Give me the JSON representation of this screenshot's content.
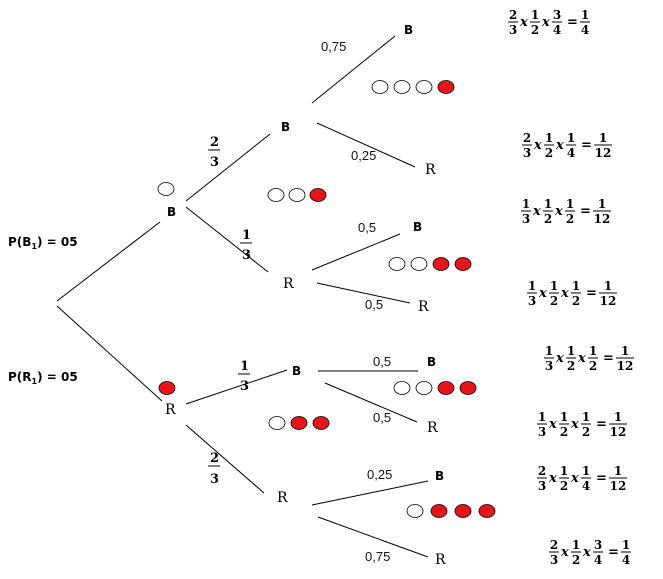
{
  "colors": {
    "white_ball": "#ffffff",
    "red_ball": "#e8141a",
    "line": "#000000"
  },
  "root_labels": {
    "p_b1": {
      "text": "P(B",
      "sub": "1",
      "tail": ") = 05"
    },
    "p_r1": {
      "text": "P(R",
      "sub": "1",
      "tail": ") = 05"
    }
  },
  "nodes": {
    "level1_b": "B",
    "level1_r": "R",
    "b_b": "B",
    "b_r": "R",
    "r_b": "B",
    "r_r": "R",
    "b_b_b": "B",
    "b_b_r": "R",
    "b_r_b": "B",
    "b_r_r": "R",
    "r_b_b": "B",
    "r_b_r": "R",
    "r_r_b": "B",
    "r_r_r": "R"
  },
  "branch_probs": {
    "b_to_b": {
      "num": "2",
      "den": "3"
    },
    "b_to_r": {
      "num": "1",
      "den": "3"
    },
    "r_to_b": {
      "num": "1",
      "den": "3"
    },
    "r_to_r": {
      "num": "2",
      "den": "3"
    },
    "bb_to_b": "0,75",
    "bb_to_r": "0,25",
    "br_to_b": "0,5",
    "br_to_r": "0,5",
    "rb_to_b": "0,5",
    "rb_to_r": "0,5",
    "rr_to_b": "0,25",
    "rr_to_r": "0,75"
  },
  "urns": {
    "after_b1": [
      "white"
    ],
    "after_r1": [
      "red"
    ],
    "after_bb": [
      "white",
      "white",
      "red"
    ],
    "after_rb": [
      "white",
      "red",
      "red"
    ],
    "after_bbb": [
      "white",
      "white",
      "white",
      "red"
    ],
    "after_brb": [
      "white",
      "white",
      "red",
      "red"
    ],
    "after_rbb": [
      "white",
      "white",
      "red",
      "red"
    ],
    "after_rrb": [
      "white",
      "red",
      "red",
      "red"
    ]
  },
  "results": [
    {
      "terms": [
        [
          "2",
          "3"
        ],
        [
          "1",
          "2"
        ],
        [
          "3",
          "4"
        ]
      ],
      "result": [
        "1",
        "4"
      ]
    },
    {
      "terms": [
        [
          "2",
          "3"
        ],
        [
          "1",
          "2"
        ],
        [
          "1",
          "4"
        ]
      ],
      "result": [
        "1",
        "12"
      ]
    },
    {
      "terms": [
        [
          "1",
          "3"
        ],
        [
          "1",
          "2"
        ],
        [
          "1",
          "2"
        ]
      ],
      "result": [
        "1",
        "12"
      ]
    },
    {
      "terms": [
        [
          "1",
          "3"
        ],
        [
          "1",
          "2"
        ],
        [
          "1",
          "2"
        ]
      ],
      "result": [
        "1",
        "12"
      ]
    },
    {
      "terms": [
        [
          "1",
          "3"
        ],
        [
          "1",
          "2"
        ],
        [
          "1",
          "2"
        ]
      ],
      "result": [
        "1",
        "12"
      ]
    },
    {
      "terms": [
        [
          "1",
          "3"
        ],
        [
          "1",
          "2"
        ],
        [
          "1",
          "2"
        ]
      ],
      "result": [
        "1",
        "12"
      ]
    },
    {
      "terms": [
        [
          "2",
          "3"
        ],
        [
          "1",
          "2"
        ],
        [
          "1",
          "4"
        ]
      ],
      "result": [
        "1",
        "12"
      ]
    },
    {
      "terms": [
        [
          "2",
          "3"
        ],
        [
          "1",
          "2"
        ],
        [
          "3",
          "4"
        ]
      ],
      "result": [
        "1",
        "4"
      ]
    }
  ],
  "times_symbol": "x",
  "equals_symbol": "="
}
